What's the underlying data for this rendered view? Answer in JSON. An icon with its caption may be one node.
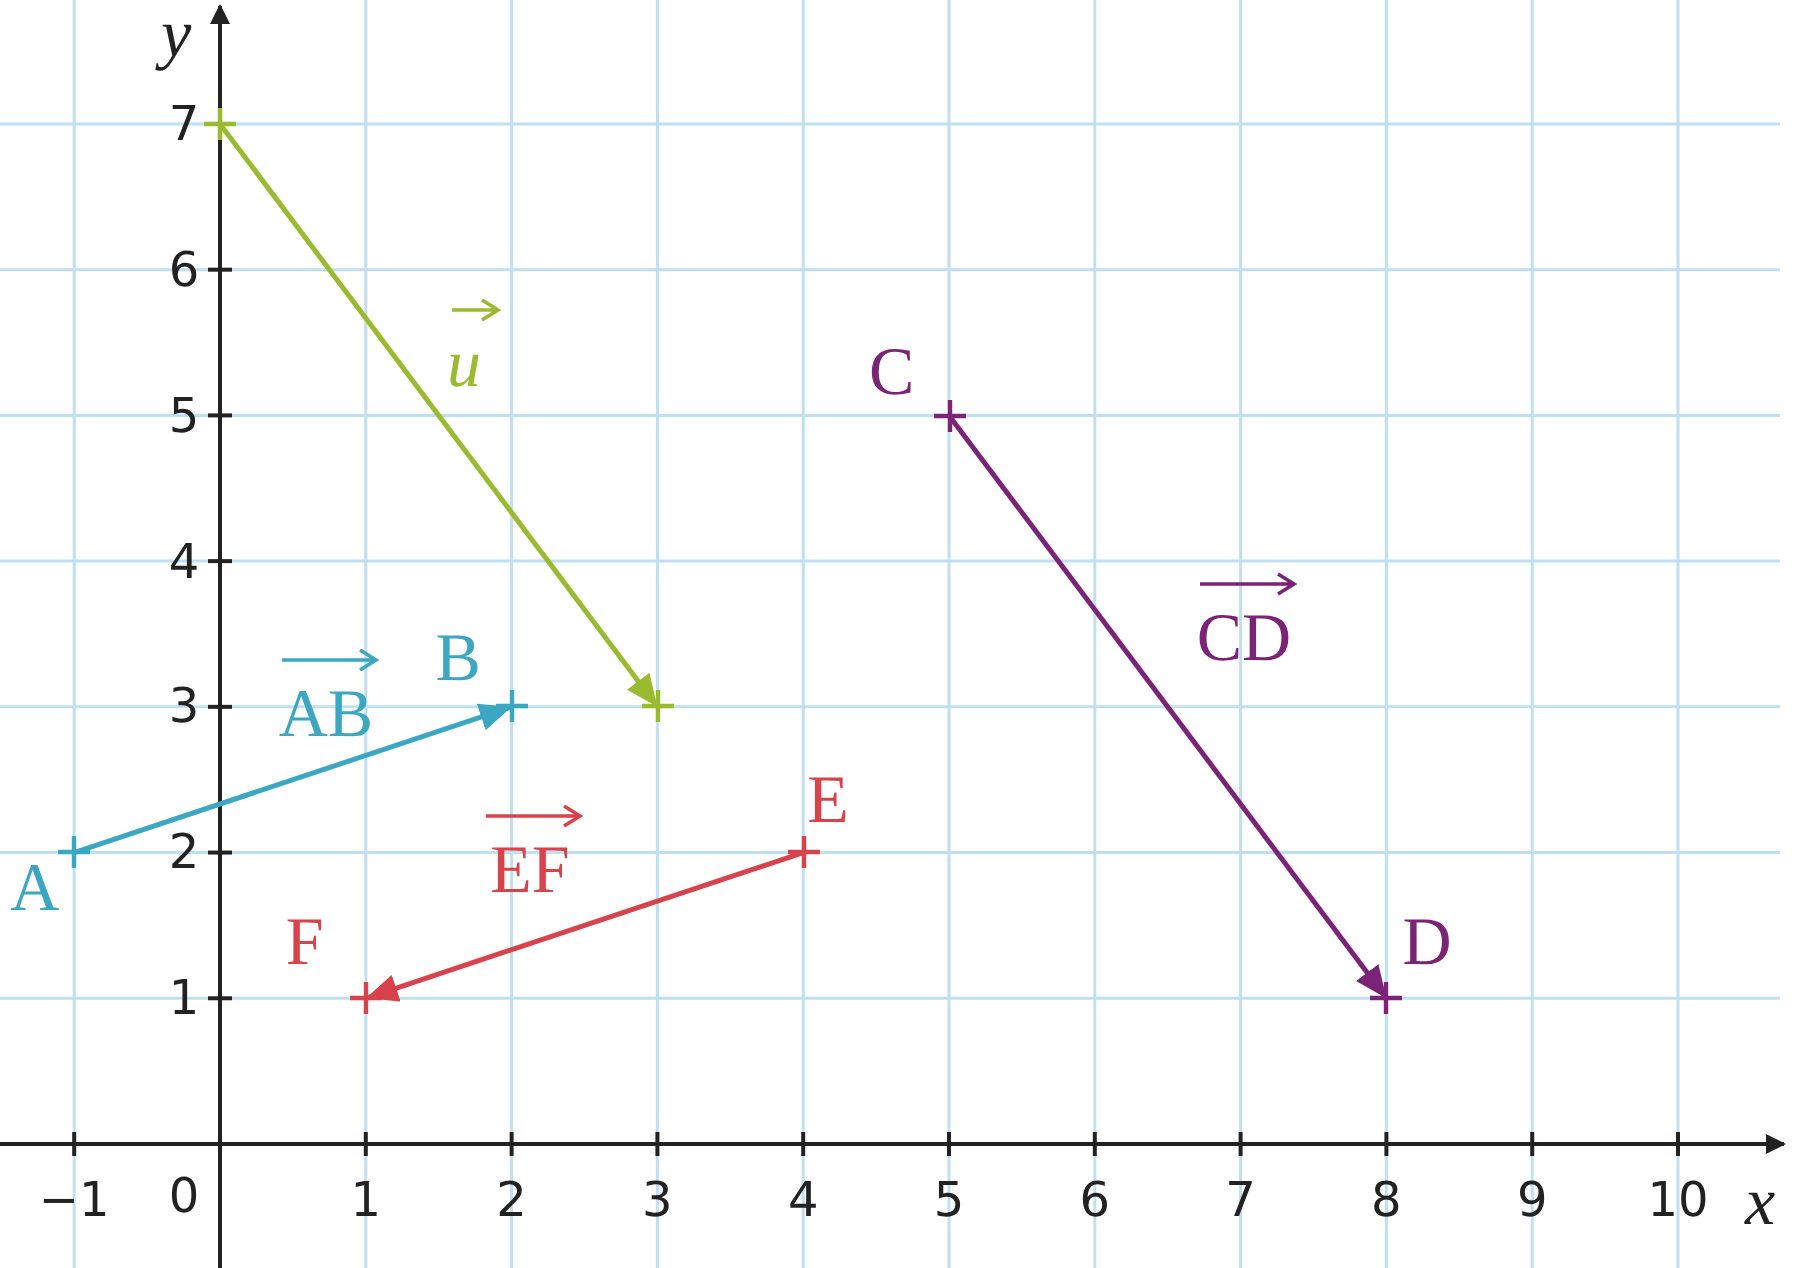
{
  "diagram": {
    "nodes": [
      {
        "text": [],
        "shape": "cross"
      },
      {
        "text": [
          "C"
        ]
      },
      {
        "text": [
          "B"
        ]
      },
      {
        "text": [],
        "shape": "cross"
      },
      {
        "text": [
          "A"
        ]
      },
      {
        "text": [
          "E"
        ]
      },
      {
        "text": [
          "F"
        ]
      },
      {
        "text": [
          "D"
        ]
      }
    ],
    "edges": [
      {
        "from": 4,
        "to": 2,
        "arrow": "to",
        "label": "AB",
        "color": "#3ba7c2"
      },
      {
        "from": 0,
        "to": 3,
        "arrow": "to",
        "label": "u",
        "color": "#9aba2f"
      },
      {
        "from": 5,
        "to": 6,
        "arrow": "to",
        "label": "EF",
        "color": "#d8434b"
      },
      {
        "from": 1,
        "to": 7,
        "arrow": "to",
        "label": "CD",
        "color": "#7b2376"
      }
    ],
    "labels": [
      "y",
      "7",
      "6",
      "5",
      "4",
      "3",
      "2",
      "1",
      "−1",
      "0",
      "1",
      "2",
      "3",
      "4",
      "5",
      "6",
      "7",
      "8",
      "9",
      "10",
      "x"
    ]
  }
}
